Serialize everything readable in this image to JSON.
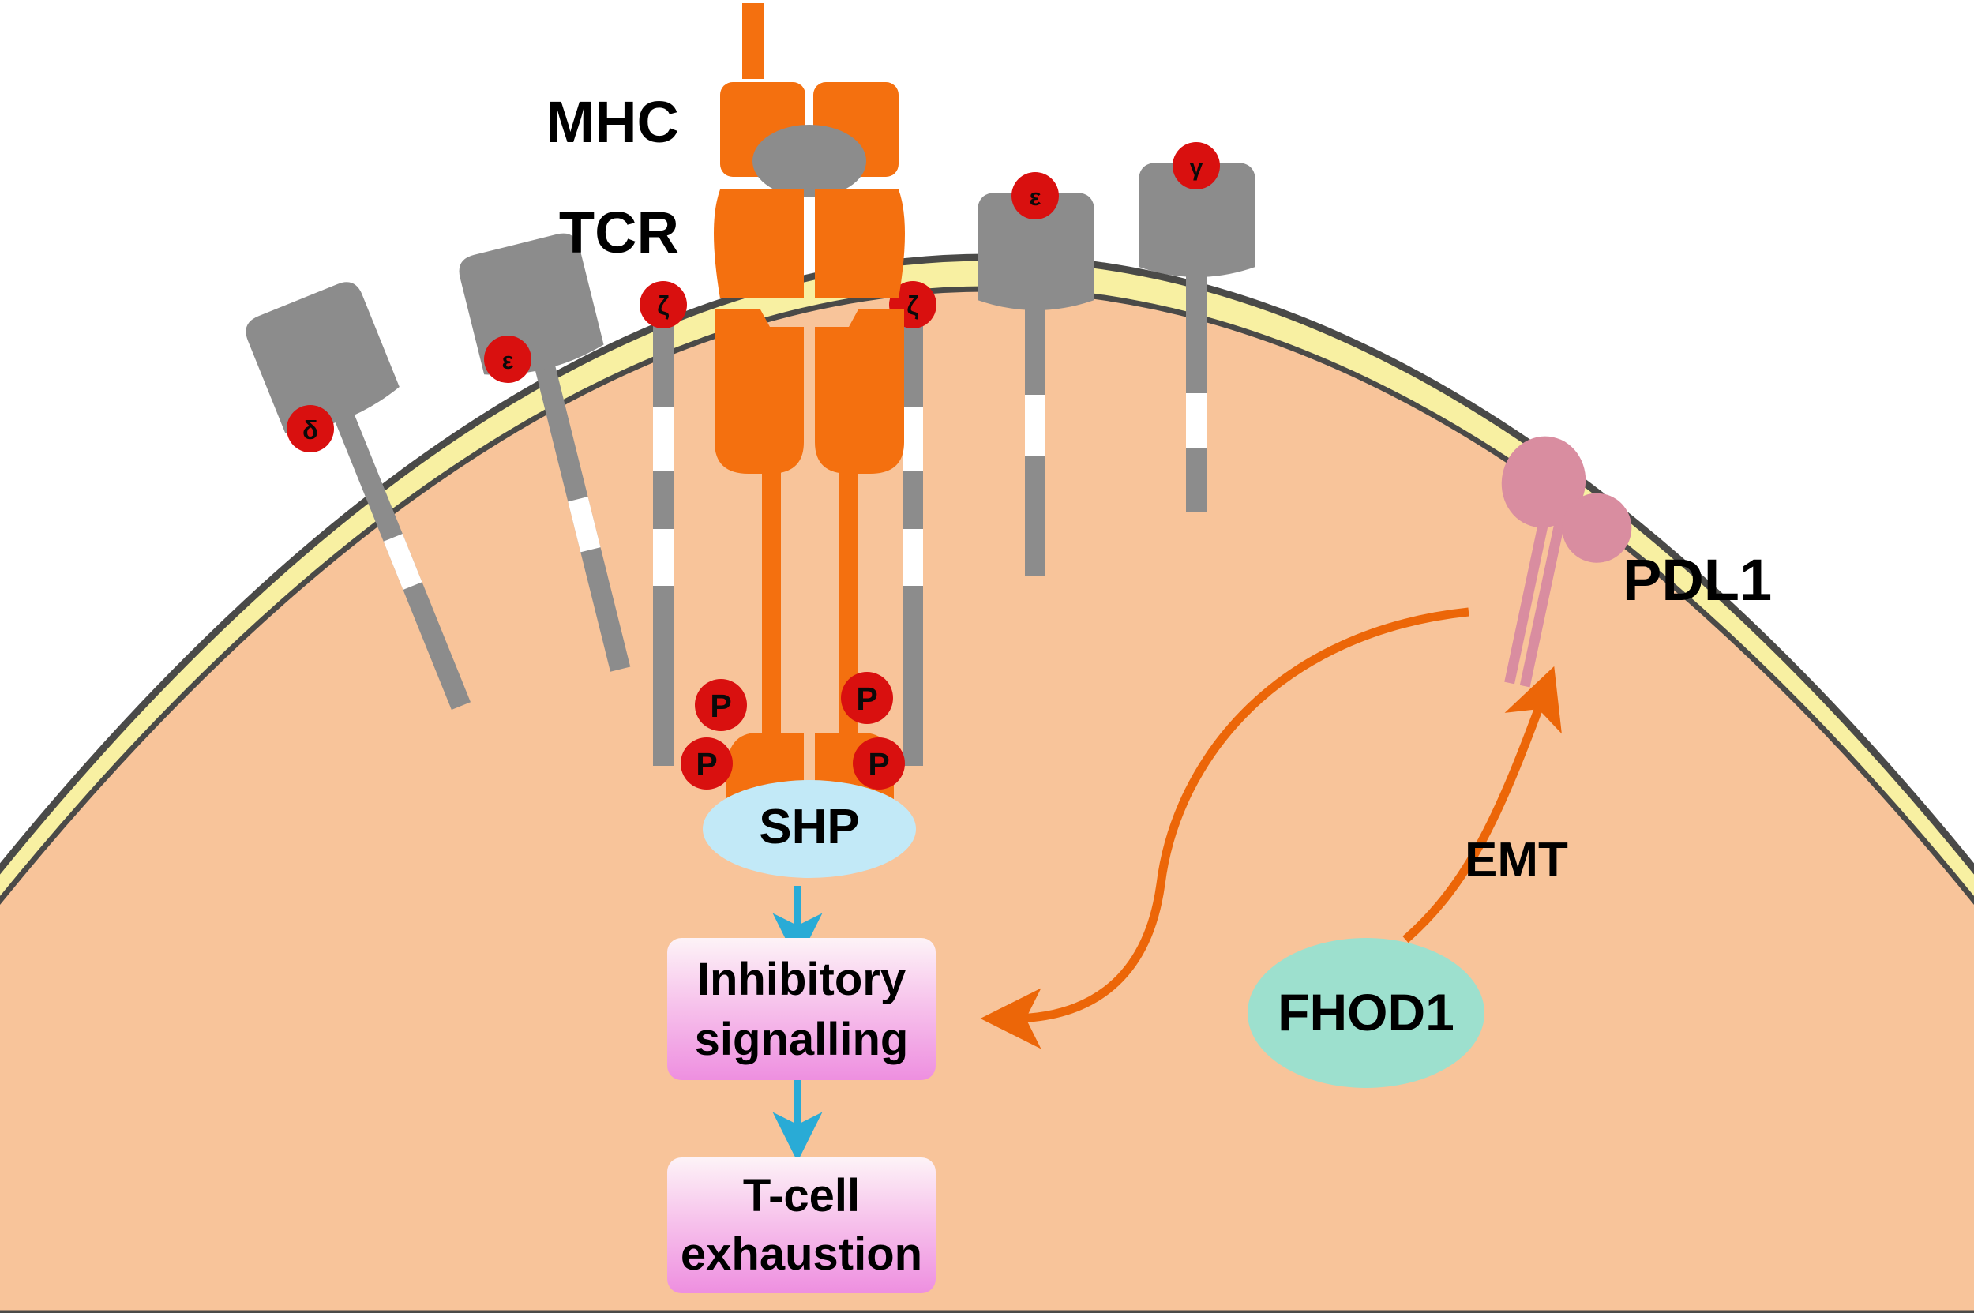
{
  "figure": {
    "kind": "cell-signalling-diagram",
    "subject": "T-cell receptor complex, PD-L1 and FHOD1-driven EMT leading to T-cell exhaustion"
  },
  "colors": {
    "membrane_outline": "#4a4a48",
    "membrane_band": "#f8f0a2",
    "cytoplasm": "#f8c49a",
    "receptor_orange": "#f4700f",
    "chain_gray": "#8c8c8c",
    "peptide_gray": "#8c8c8c",
    "chain_band_white": "#ffffff",
    "phospho_red": "#d9100f",
    "shp_blue": "#c2e9f7",
    "fhod1_teal": "#9de0ce",
    "pdl1_pink": "#d98da0",
    "arrow_cyan": "#29abd6",
    "arrow_orange": "#ec6608",
    "box_gradient_top": "#fdf3f7",
    "box_gradient_bottom": "#ee8fe0",
    "background": "#ffffff"
  },
  "labels": {
    "mhc": "MHC",
    "tcr": "TCR",
    "shp": "SHP",
    "pdl1": "PDL1",
    "fhod1": "FHOD1",
    "emt": "EMT",
    "inhibitory_line1": "Inhibitory",
    "inhibitory_line2": "signalling",
    "exhaustion_line1": "T-cell",
    "exhaustion_line2": "exhaustion"
  },
  "cd3_chains": [
    {
      "id": "delta-left",
      "symbol": "δ",
      "name": "CD3 delta",
      "side": "left"
    },
    {
      "id": "epsilon-left",
      "symbol": "ε",
      "name": "CD3 epsilon",
      "side": "left"
    },
    {
      "id": "zeta-left",
      "symbol": "ζ",
      "name": "CD3 zeta",
      "side": "left"
    },
    {
      "id": "zeta-right",
      "symbol": "ζ",
      "name": "CD3 zeta",
      "side": "right"
    },
    {
      "id": "epsilon-right",
      "symbol": "ε",
      "name": "CD3 epsilon",
      "side": "right"
    },
    {
      "id": "gamma-right",
      "symbol": "γ",
      "name": "CD3 gamma",
      "side": "right"
    }
  ],
  "phosphates": [
    {
      "id": "p-upper-left",
      "symbol": "P"
    },
    {
      "id": "p-lower-left",
      "symbol": "P"
    },
    {
      "id": "p-upper-right",
      "symbol": "P"
    },
    {
      "id": "p-lower-right",
      "symbol": "P"
    }
  ],
  "pathway": {
    "steps": [
      "SHP",
      "Inhibitory signalling",
      "T-cell exhaustion"
    ],
    "arrows": [
      {
        "id": "shp-to-inhibitory",
        "from": "SHP",
        "to": "Inhibitory signalling",
        "color": "cyan"
      },
      {
        "id": "inhibitory-to-exhaustion",
        "from": "Inhibitory signalling",
        "to": "T-cell exhaustion",
        "color": "cyan"
      },
      {
        "id": "pdl1-to-inhibitory",
        "from": "PDL1",
        "to": "Inhibitory signalling",
        "color": "orange"
      },
      {
        "id": "fhod1-to-pdl1",
        "from": "FHOD1",
        "to": "PDL1",
        "color": "orange",
        "annotation": "EMT"
      }
    ]
  }
}
